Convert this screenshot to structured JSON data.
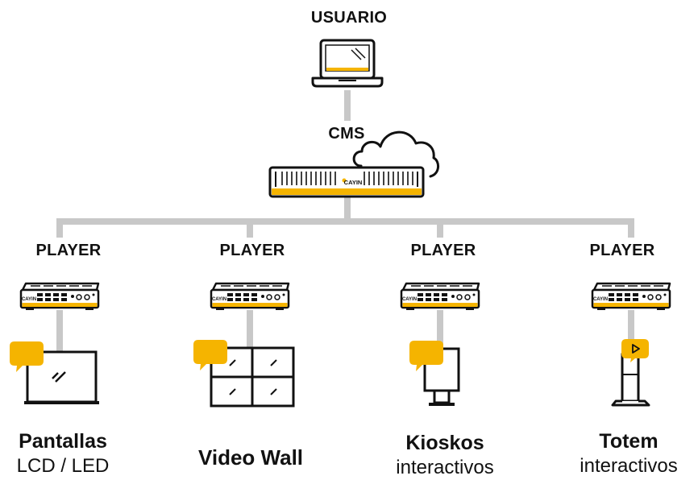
{
  "top": {
    "user_label": "USUARIO",
    "cms_label": "CMS",
    "server_brand": "CAYIN"
  },
  "players": [
    {
      "label": "PLAYER",
      "brand": "CAYIN",
      "device_title": "Pantallas",
      "device_subtitle": "LCD / LED",
      "device_icon": "lcd-display-icon"
    },
    {
      "label": "PLAYER",
      "brand": "CAYIN",
      "device_title": "Video Wall",
      "device_subtitle": "",
      "device_icon": "video-wall-icon"
    },
    {
      "label": "PLAYER",
      "brand": "CAYIN",
      "device_title": "Kioskos",
      "device_subtitle": "interactivos",
      "device_icon": "kiosk-icon"
    },
    {
      "label": "PLAYER",
      "brand": "CAYIN",
      "device_title": "Totem",
      "device_subtitle": "interactivos",
      "device_icon": "totem-icon"
    }
  ],
  "colors": {
    "accent": "#F5B400",
    "line": "#C8C8C8",
    "outline": "#111111"
  }
}
